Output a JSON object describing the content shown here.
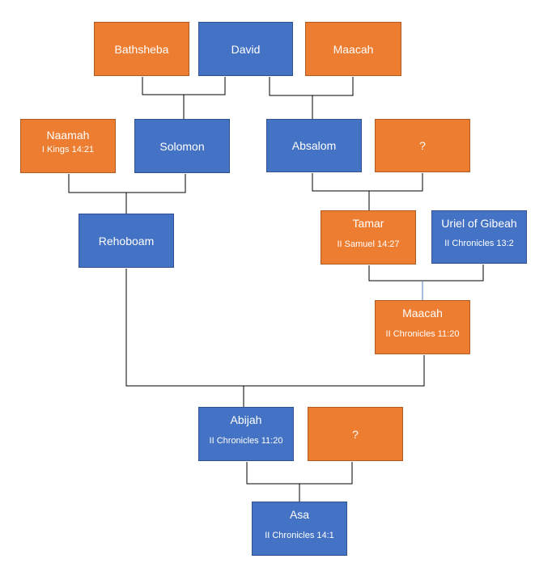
{
  "people": {
    "bathsheba": {
      "name": "Bathsheba"
    },
    "david": {
      "name": "David"
    },
    "maacah_gp": {
      "name": "Maacah"
    },
    "naamah": {
      "name": "Naamah",
      "ref": "I Kings 14:21"
    },
    "solomon": {
      "name": "Solomon"
    },
    "absalom": {
      "name": "Absalom"
    },
    "unknown_1": {
      "name": "?"
    },
    "rehoboam": {
      "name": "Rehoboam"
    },
    "tamar": {
      "name": "Tamar",
      "ref": "II Samuel 14:27"
    },
    "uriel": {
      "name": "Uriel of Gibeah",
      "ref": "II Chronicles 13:2"
    },
    "maacah": {
      "name": "Maacah",
      "ref": "II Chronicles 11:20"
    },
    "abijah": {
      "name": "Abijah",
      "ref": "II Chronicles 11:20"
    },
    "unknown_2": {
      "name": "?"
    },
    "asa": {
      "name": "Asa",
      "ref": "II Chronicles 14:1"
    }
  },
  "colors": {
    "female_fill": "#ed7d31",
    "male_fill": "#4472c4",
    "connector": "#000000",
    "connector_accent": "#4a7ebb"
  }
}
